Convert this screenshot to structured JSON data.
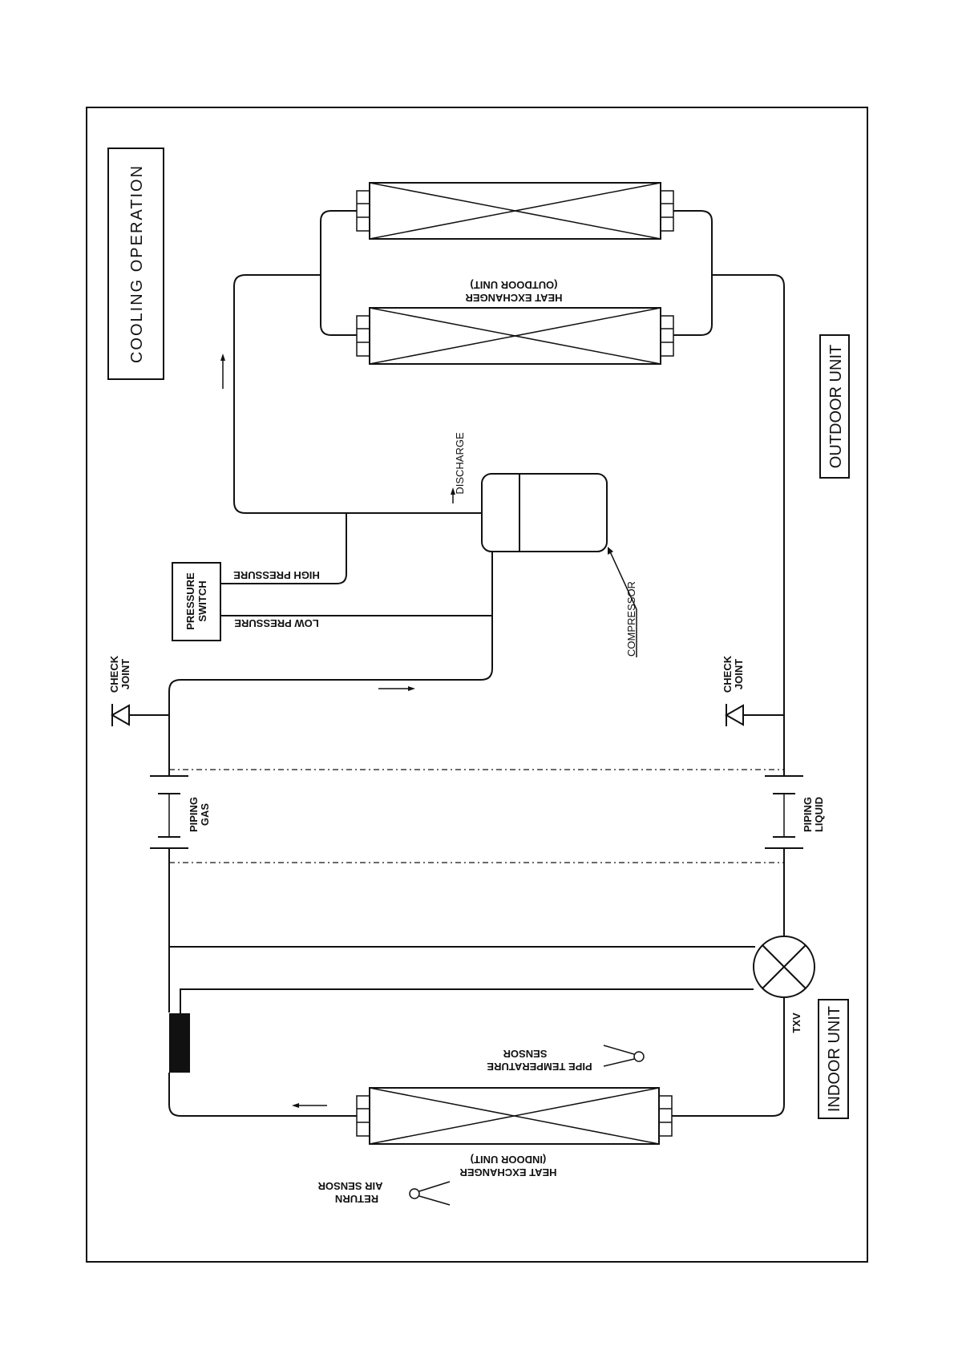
{
  "title": "COOLING OPERATION",
  "outdoor_unit_label": "OUTDOOR UNIT",
  "indoor_unit_label": "INDOOR UNIT",
  "heat_exchanger_outdoor": {
    "line1": "HEAT EXCHANGER",
    "line2": "(OUTDOOR UNIT)"
  },
  "heat_exchanger_indoor": {
    "line1": "HEAT EXCHANGER",
    "line2": "(INDOOR UNIT)"
  },
  "discharge_label": "DISCHARGE",
  "compressor_label": "COMPRESSOR",
  "pressure_switch": {
    "line1": "PRESSURE",
    "line2": "SWITCH"
  },
  "high_pressure_label": "HIGH PRESSURE",
  "low_pressure_label": "LOW PRESSURE",
  "check_joint": {
    "line1": "CHECK",
    "line2": "JOINT"
  },
  "piping_gas": {
    "line1": "PIPING",
    "line2": "GAS"
  },
  "piping_liquid": {
    "line1": "PIPING",
    "line2": "LIQUID"
  },
  "txv_label": "TXV",
  "pipe_temp_sensor": {
    "line1": "PIPE TEMPERATURE",
    "line2": "SENSOR"
  },
  "return_air_sensor": {
    "line1": "RETURN",
    "line2": "AIR SENSOR"
  }
}
